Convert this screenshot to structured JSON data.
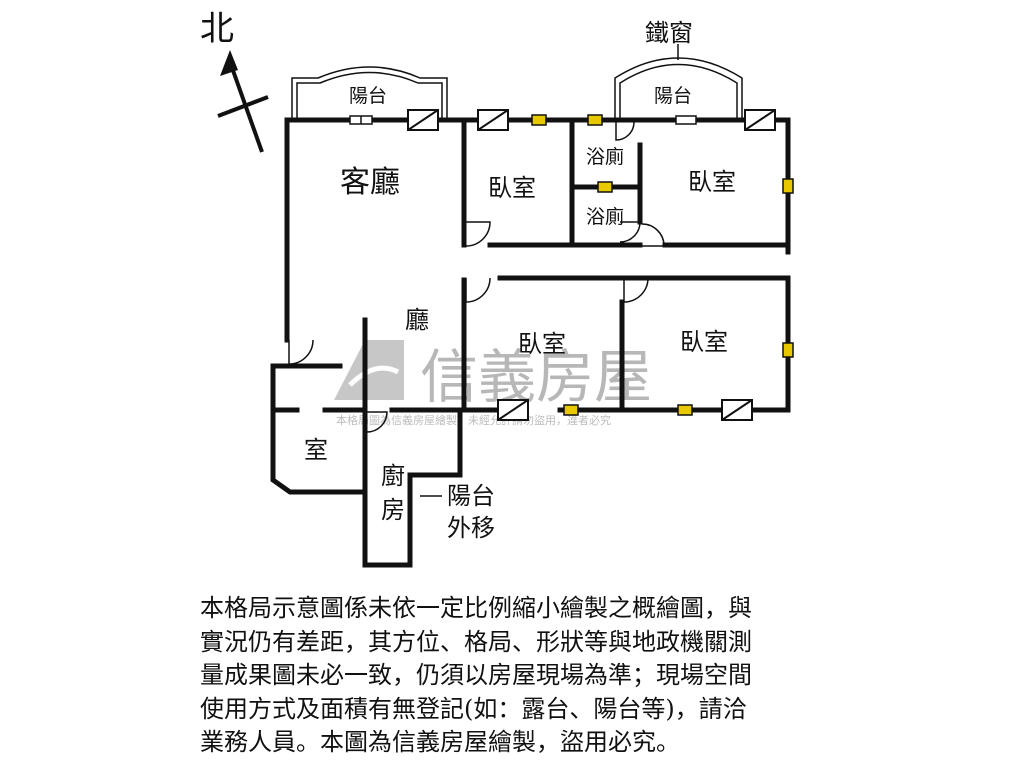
{
  "compass": {
    "north_label": "北"
  },
  "labels": {
    "iron_window": "鐵窗",
    "balcony_left": "陽台",
    "balcony_right": "陽台",
    "living_room": "客廳",
    "bedroom_1": "臥室",
    "bathroom_1": "浴廁",
    "bathroom_2": "浴廁",
    "bedroom_2": "臥室",
    "hall": "廳",
    "bedroom_3": "臥室",
    "bedroom_4": "臥室",
    "room_small": "室",
    "kitchen_1": "廚",
    "kitchen_2": "房",
    "balcony_moved_1": "陽台",
    "balcony_moved_2": "外移"
  },
  "watermark": {
    "brand": "信義房屋",
    "notice": "本格局圖為信義房屋繪製，未經允許請勿盜用，違者必究"
  },
  "disclaimer": {
    "lines": [
      "本格局示意圖係未依一定比例縮小繪製之概繪圖，與",
      "實況仍有差距，其方位、格局、形狀等與地政機關測",
      "量成果圖未必一致，仍須以房屋現場為準；現場空間",
      "使用方式及面積有無登記(如：露台、陽台等)，請洽",
      "業務人員。本圖為信義房屋繪製，盜用必究。"
    ]
  },
  "colors": {
    "wall": "#111111",
    "window": "#e8c800",
    "watermark": "#b7b7b7"
  }
}
